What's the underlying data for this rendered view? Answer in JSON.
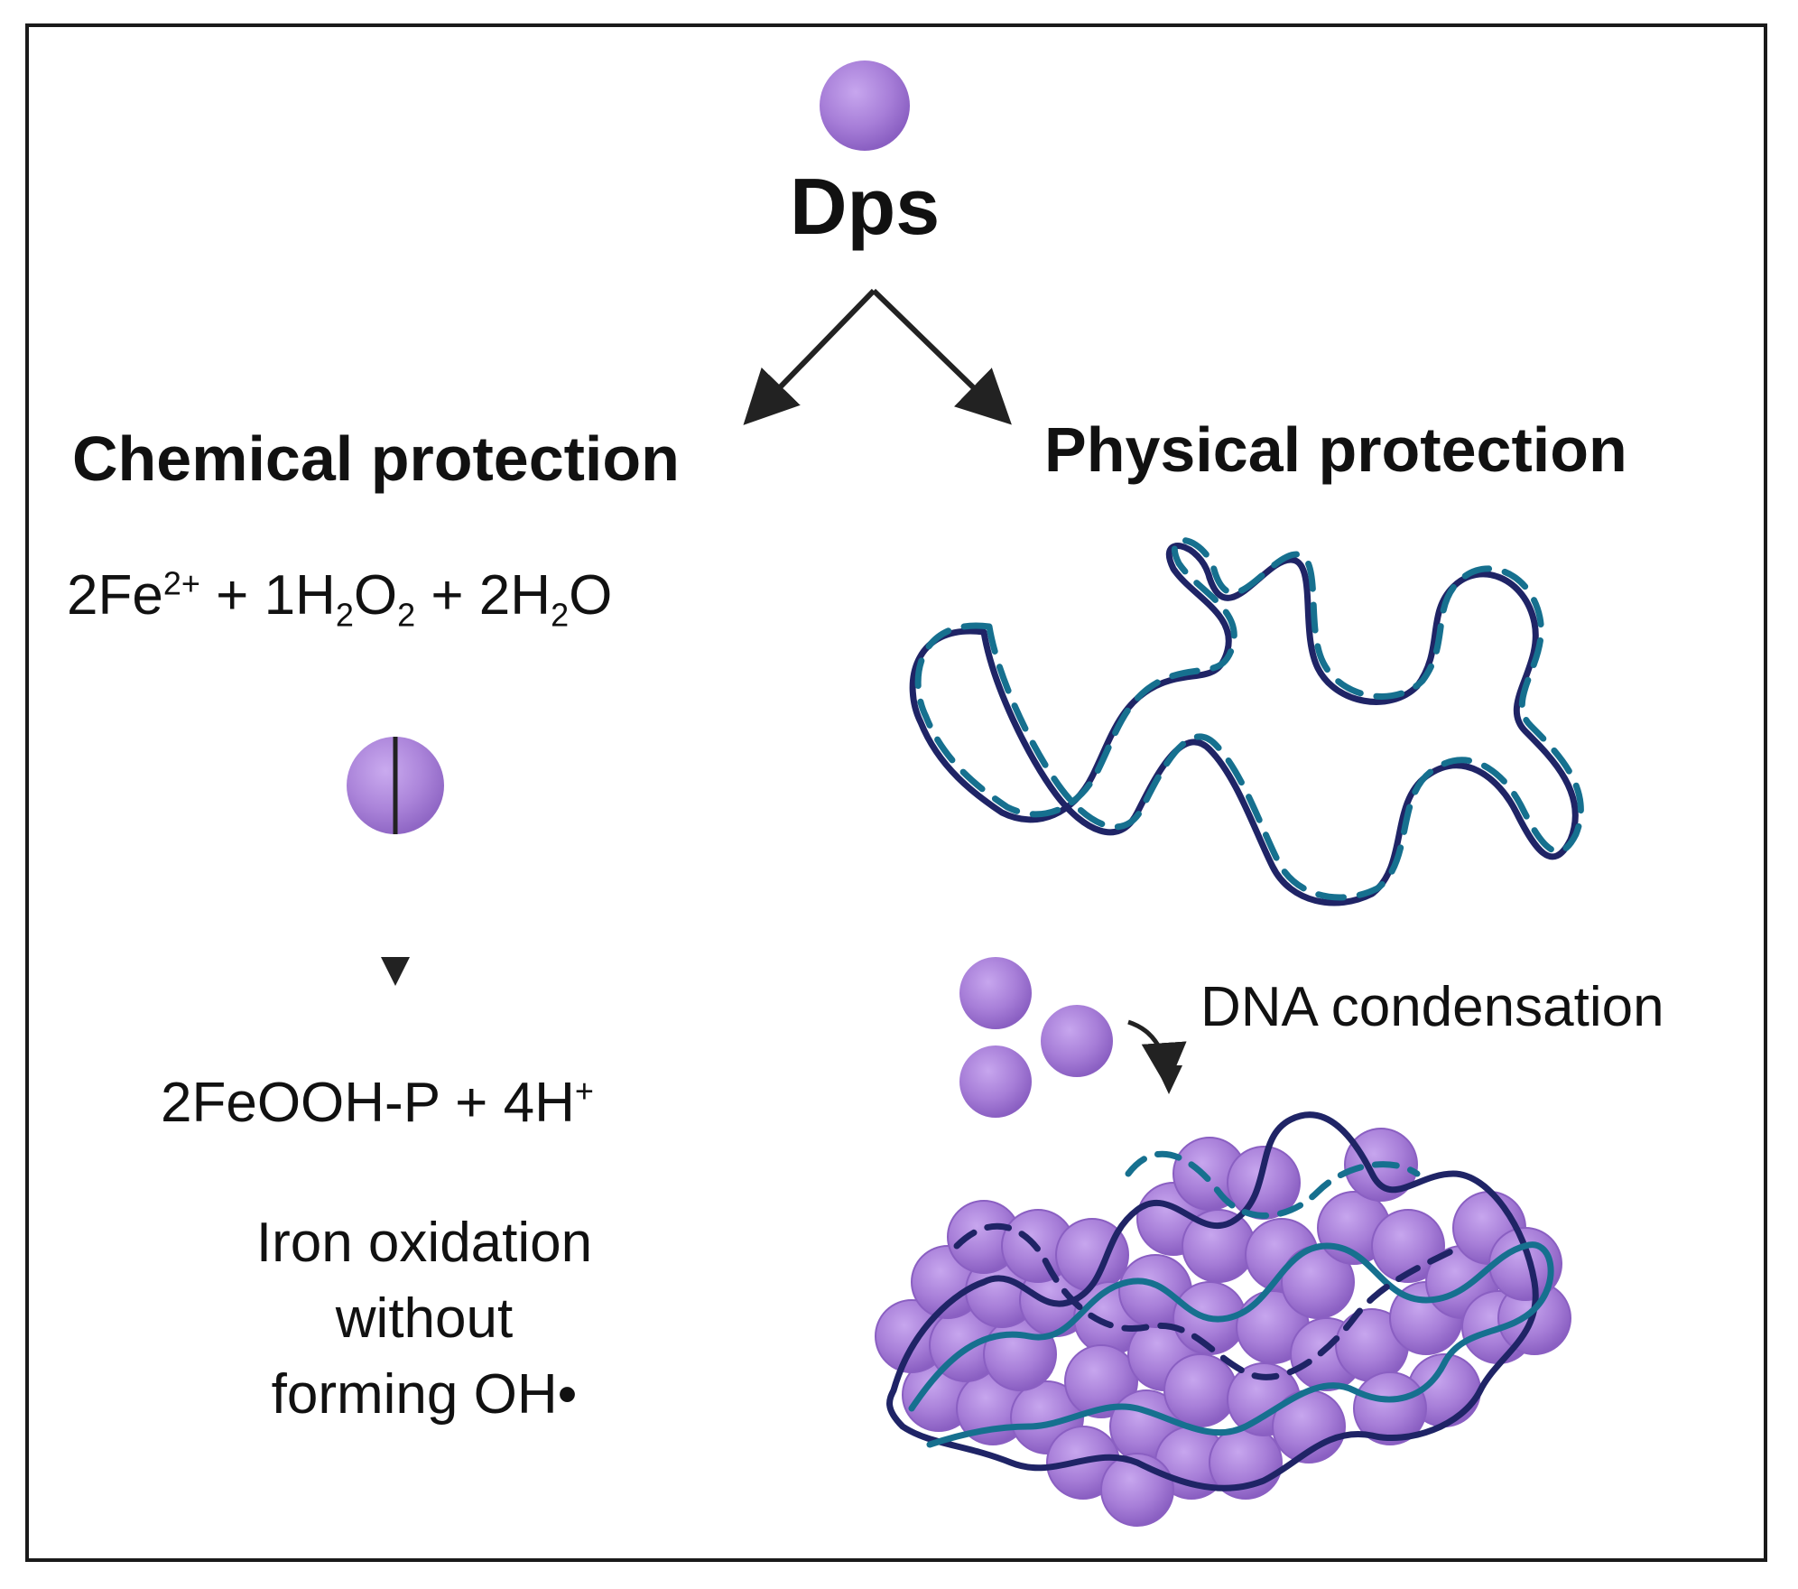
{
  "title": "Dps",
  "branches": {
    "chemical": {
      "title": "Chemical protection",
      "reactants": {
        "fe_coef": "2Fe",
        "fe_charge": "2+",
        "plus1": " + ",
        "h2o2_a": "1H",
        "h2o2_sub1": "2",
        "h2o2_b": "O",
        "h2o2_sub2": "2",
        "plus2": " + ",
        "h2o_a": "2H",
        "h2o_sub": "2",
        "h2o_b": "O"
      },
      "products": {
        "main": "2FeOOH-P + 4H",
        "charge": "+"
      },
      "note_lines": [
        "Iron oxidation",
        "without",
        "forming OH•"
      ]
    },
    "physical": {
      "title": "Physical protection",
      "process_label": "DNA condensation"
    }
  },
  "colors": {
    "protein": "#a77ed8",
    "protein_shade": "#8a5fc2",
    "dna_strand_dark": "#1f2466",
    "dna_strand_light": "#16708f",
    "arrow": "#222222",
    "frame": "#1a1a1a"
  }
}
